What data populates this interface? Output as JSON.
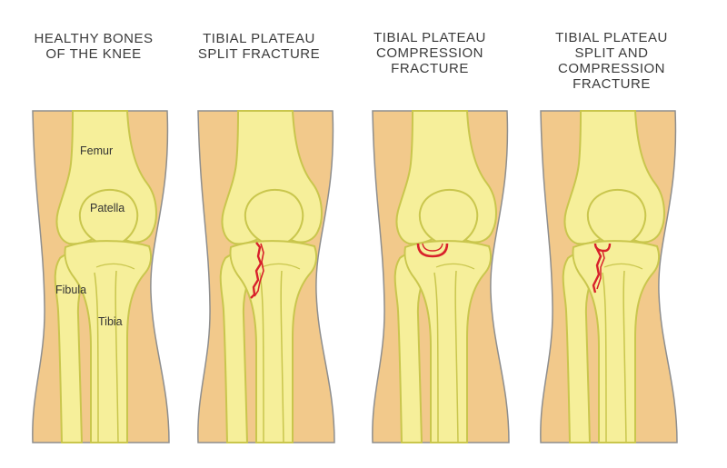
{
  "panels": [
    {
      "title": "HEALTHY BONES\nOF THE KNEE"
    },
    {
      "title": "TIBIAL PLATEAU\nSPLIT FRACTURE"
    },
    {
      "title": "TIBIAL PLATEAU\nCOMPRESSION\nFRACTURE"
    },
    {
      "title": "TIBIAL PLATEAU\nSPLIT AND COMPRESSION\nFRACTURE"
    }
  ],
  "labels": {
    "femur": "Femur",
    "patella": "Patella",
    "fibula": "Fibula",
    "tibia": "Tibia"
  },
  "colors": {
    "skin": "#f2c98b",
    "bone": "#f6ef9a",
    "bone_outline": "#c9c64d",
    "skin_outline": "#8e8e8e",
    "fracture": "#d8202a",
    "title_text": "#3a3a3a"
  }
}
